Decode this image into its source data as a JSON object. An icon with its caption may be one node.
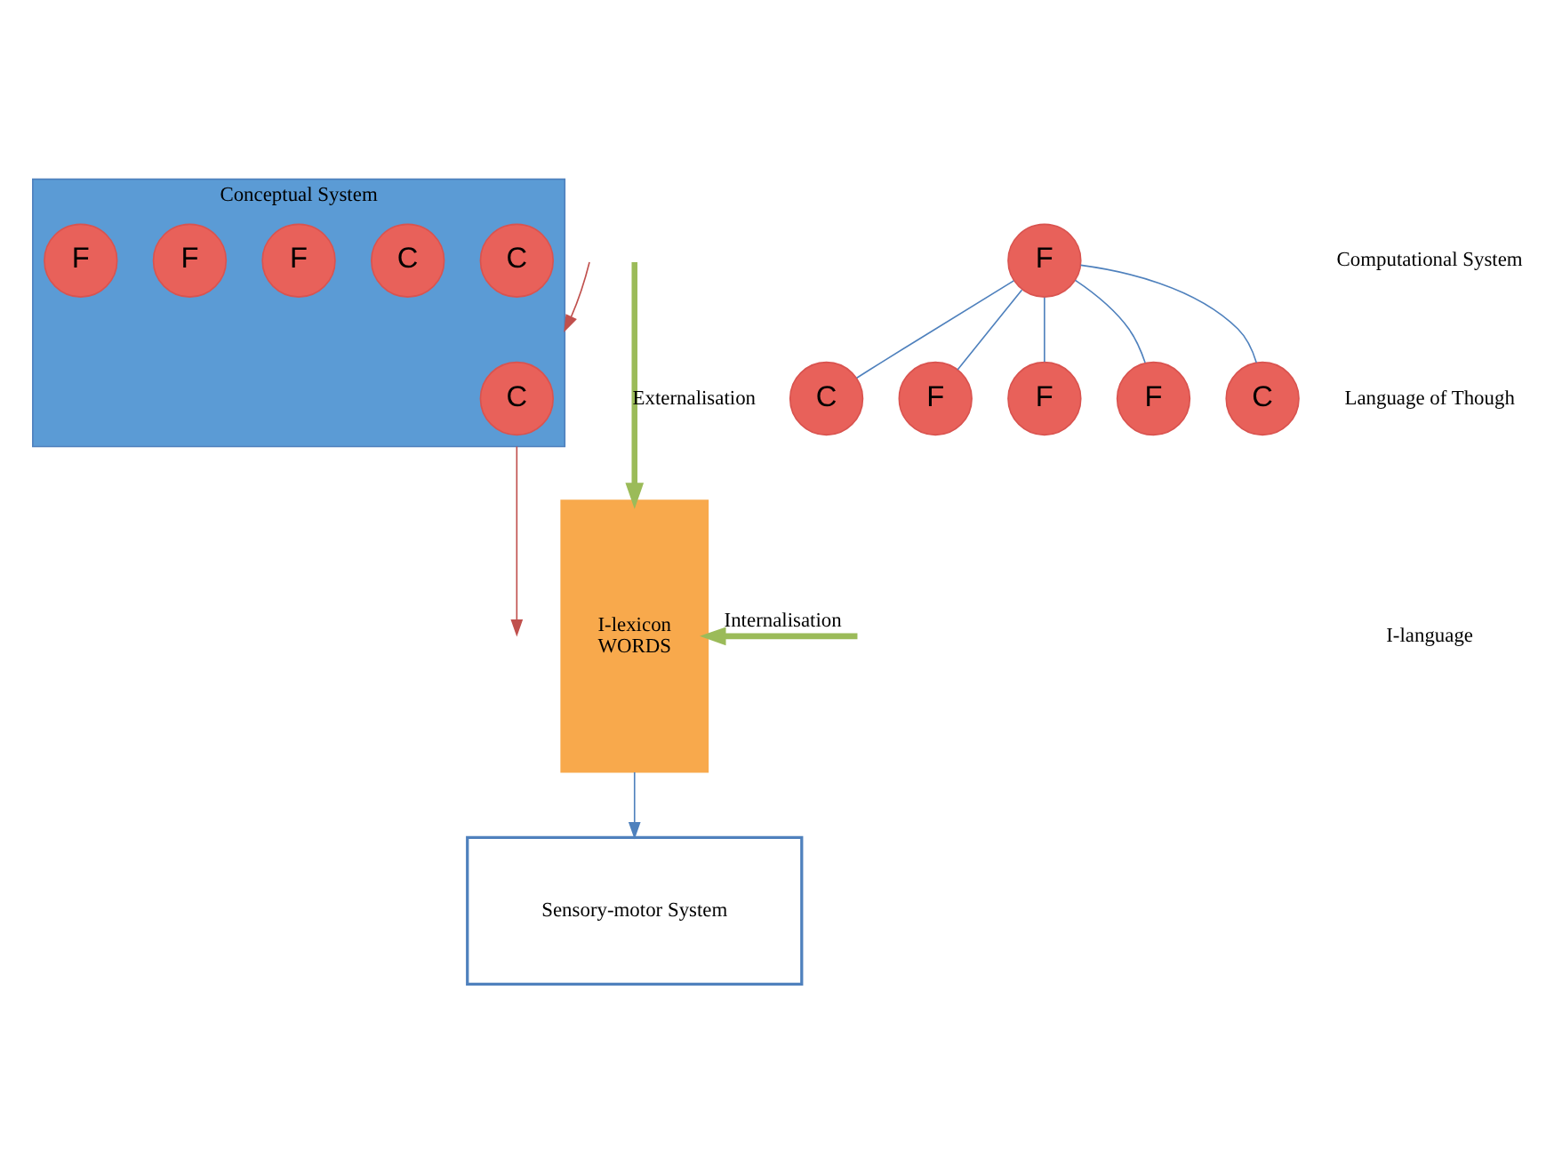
{
  "diagram": {
    "nodes": [
      {
        "text": [
          "Conceptual System"
        ]
      },
      {
        "text": [
          "C"
        ],
        "in": 0
      },
      {
        "text": [
          "C"
        ],
        "in": 0
      },
      {
        "text": [
          "C"
        ],
        "in": 0
      },
      {
        "text": [
          "F"
        ],
        "in": 0
      },
      {
        "text": [
          "F"
        ],
        "in": 0
      },
      {
        "text": [
          "F"
        ],
        "in": 0
      },
      {
        "text": [
          "Sensory-motor System"
        ]
      },
      {
        "text": [
          "F"
        ]
      },
      {
        "text": [
          "C"
        ]
      },
      {
        "text": [
          "F"
        ]
      },
      {
        "text": [
          "F"
        ]
      },
      {
        "text": [
          "F"
        ]
      },
      {
        "text": [
          "C"
        ]
      },
      {
        "text": [
          "I-lexicon",
          "WORDS"
        ]
      }
    ],
    "edges": [
      {
        "from": 0,
        "to": null,
        "arrow": "to",
        "color": "#c0504d"
      },
      {
        "from": null,
        "to": 0,
        "arrow": "to",
        "color": "#c0504d"
      },
      {
        "from": 8,
        "to": 9,
        "arrow": "none"
      },
      {
        "from": 8,
        "to": 10,
        "arrow": "none"
      },
      {
        "from": 8,
        "to": 11,
        "arrow": "none"
      },
      {
        "from": 8,
        "to": 12,
        "arrow": "none"
      },
      {
        "from": 8,
        "to": 13,
        "arrow": "none"
      },
      {
        "from": null,
        "to": 14,
        "arrow": "to",
        "label": "Externalisation",
        "style": "thick",
        "color": "#9bbb59"
      },
      {
        "from": 14,
        "to": 7,
        "arrow": "to"
      },
      {
        "from": null,
        "to": 14,
        "arrow": "to",
        "label": "Internalisation",
        "style": "thick",
        "color": "#9bbb59"
      }
    ],
    "labels": [
      "Computational System",
      "Language of Though",
      "I-language"
    ]
  }
}
